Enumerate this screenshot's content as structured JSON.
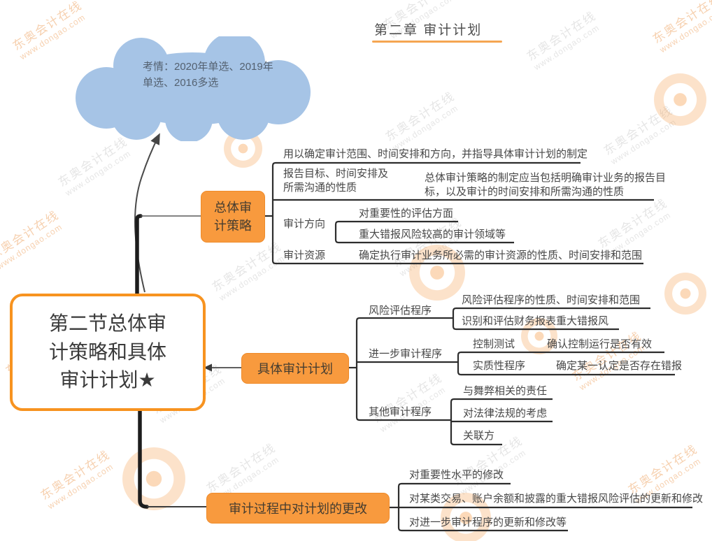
{
  "page_title": "第二章 审计计划",
  "cloud_note": "考情：2020年单选、2019年单选、2016多选",
  "root_label": "第二节总体审计策略和具体审计计划★",
  "branches": {
    "overall": {
      "label": "总体审计策略",
      "scope": "用以确定审计范围、时间安排和方向，并指导具体审计计划的制定",
      "report": {
        "label": "报告目标、时间安排及所需沟通的性质",
        "detail": "总体审计策略的制定应当包括明确审计业务的报告目标，以及审计的时间安排和所需沟通的性质"
      },
      "direction": {
        "label": "审计方向",
        "items": [
          "对重要性的评估方面",
          "重大错报风险较高的审计领域等"
        ]
      },
      "resource": {
        "label": "审计资源",
        "detail": "确定执行审计业务所必需的审计资源的性质、时间安排和范围"
      }
    },
    "specific": {
      "label": "具体审计计划",
      "risk": {
        "label": "风险评估程序",
        "items": [
          "风险评估程序的性质、时间安排和范围",
          "识别和评估财务报表重大错报风"
        ]
      },
      "further": {
        "label": "进一步审计程序",
        "control_test": {
          "label": "控制测试",
          "detail": "确认控制运行是否有效"
        },
        "substantive": {
          "label": "实质性程序",
          "detail": "确定某一认定是否存在错报"
        }
      },
      "other": {
        "label": "其他审计程序",
        "items": [
          "与舞弊相关的责任",
          "对法律法规的考虑",
          "关联方"
        ]
      }
    },
    "changes": {
      "label": "审计过程中对计划的更改",
      "items": [
        "对重要性水平的修改",
        "对某类交易、账户余额和披露的重大错报风险评估的更新和修改",
        "对进一步审计程序的更新和修改等"
      ]
    }
  },
  "watermark": {
    "text": "东奥会计在线",
    "url": "www.dongao.com"
  },
  "colors": {
    "accent_orange": "#f79320",
    "box_orange": "#f89a3e",
    "cloud_blue": "#a6c4e6",
    "line_dark": "#2d2d2d"
  }
}
